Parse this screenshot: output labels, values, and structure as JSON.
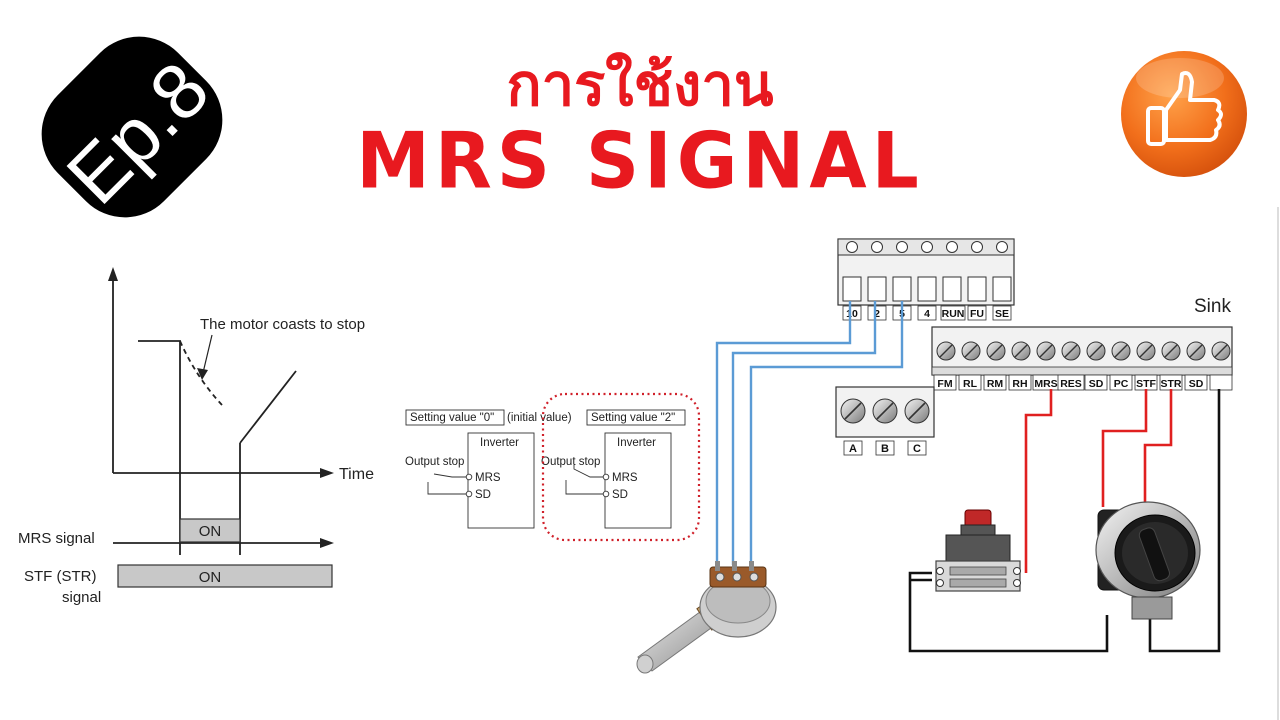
{
  "title": {
    "line1": "การใช้งาน",
    "line2": "MRS SIGNAL"
  },
  "episode_badge": "Ep.8",
  "like_icon": "thumbs-up-icon",
  "timing_chart": {
    "annotation": "The motor coasts to stop",
    "axis_label": "Time",
    "mrs_label": "MRS signal",
    "mrs_state": "ON",
    "stf_label_line1": "STF (STR)",
    "stf_label_line2": "signal",
    "stf_state": "ON"
  },
  "setting_diagram": {
    "left_box": "Setting value \"0\"",
    "left_note": "(initial value)",
    "right_box": "Setting value \"2\"",
    "inverter": "Inverter",
    "output_stop": "Output stop",
    "mrs": "MRS",
    "sd": "SD",
    "highlight_color": "#d0202a"
  },
  "terminals_top": [
    "10",
    "2",
    "5",
    "4",
    "RUN",
    "FU",
    "SE"
  ],
  "terminals_main": [
    "FM",
    "RL",
    "RM",
    "RH",
    "MRS",
    "RES",
    "SD",
    "PC",
    "STF",
    "STR",
    "SD"
  ],
  "terminals_relay": [
    "A",
    "B",
    "C"
  ],
  "wiring_label": "Sink",
  "colors": {
    "title": "#e8191f",
    "wire_blue": "#5b9bd5",
    "wire_red": "#e02020",
    "wire_black": "#111111",
    "like_button": "#f07020"
  }
}
